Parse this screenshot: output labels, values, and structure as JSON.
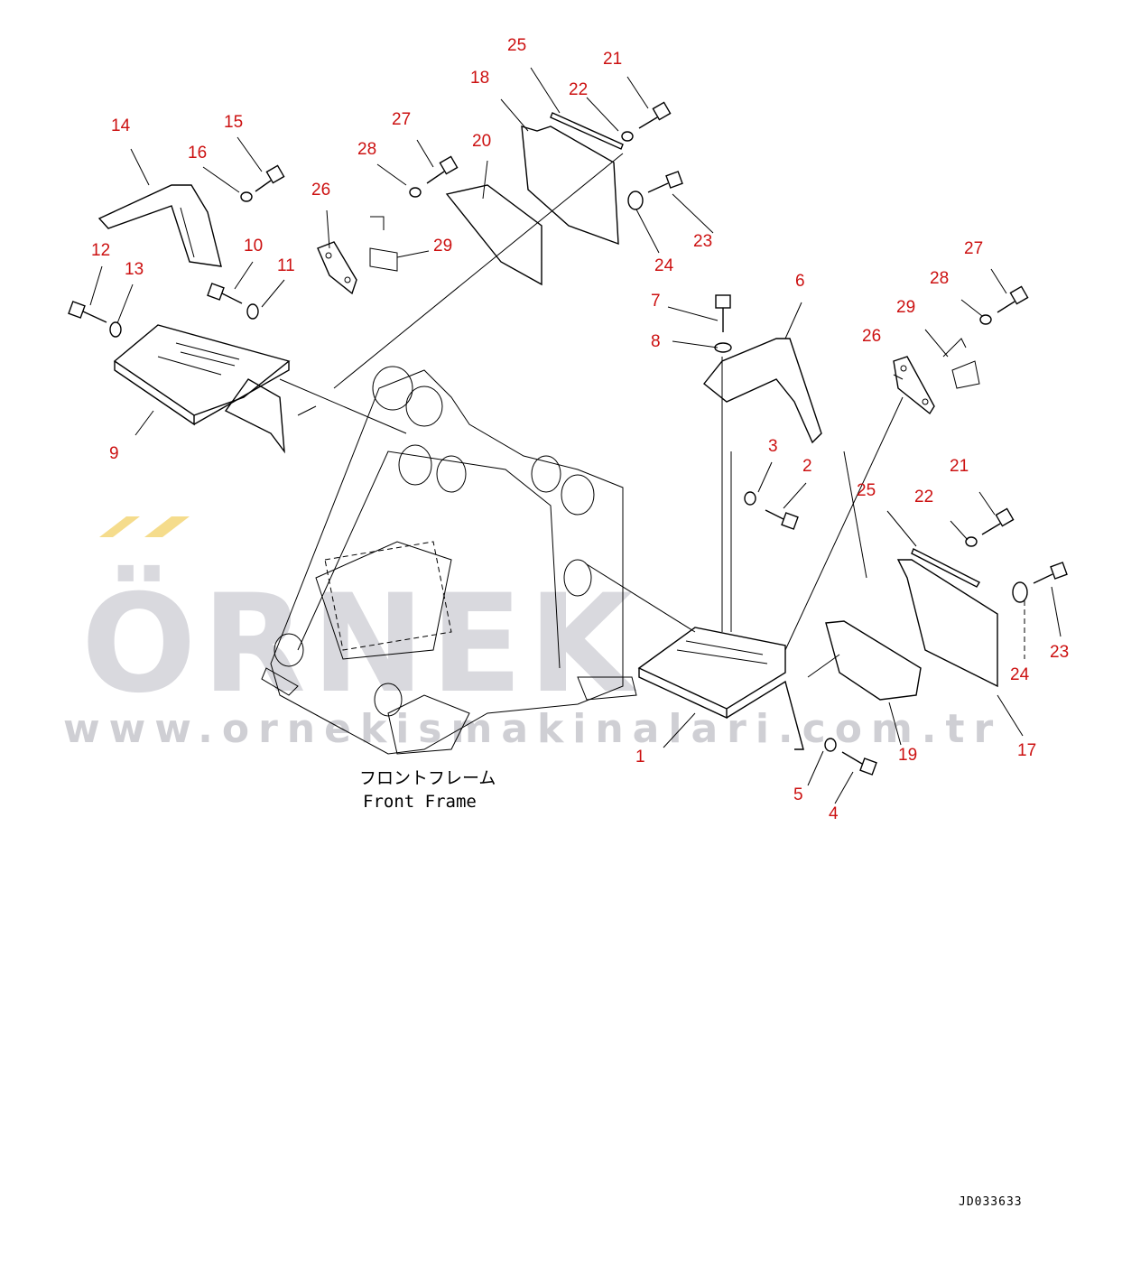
{
  "watermark": {
    "brand": "ÖRNEK",
    "url": "www.ornekismakinalari.com.tr",
    "accent_color": "#f5dc8c"
  },
  "caption": {
    "japanese": "フロントフレーム",
    "english": "Front Frame"
  },
  "doc_id": "JD033633",
  "callouts": [
    "1",
    "2",
    "3",
    "4",
    "5",
    "6",
    "7",
    "8",
    "9",
    "10",
    "11",
    "12",
    "13",
    "14",
    "15",
    "16",
    "17",
    "18",
    "19",
    "20",
    "21",
    "22",
    "23",
    "24",
    "25",
    "26",
    "27",
    "28",
    "29"
  ],
  "label_color": "#cc1111"
}
